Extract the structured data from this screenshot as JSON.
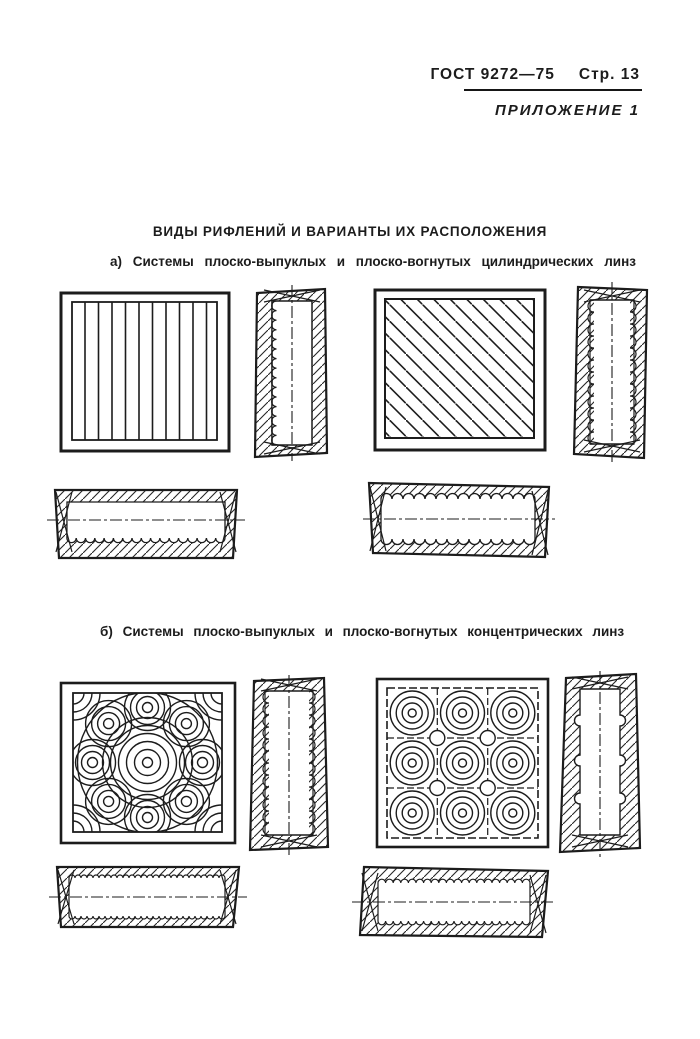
{
  "page": {
    "background": "#ffffff",
    "ink": "#1c1c1c"
  },
  "header": {
    "standard": "ГОСТ 9272—75",
    "page_no": "Стр. 13",
    "appendix": "ПРИЛОЖЕНИЕ 1"
  },
  "title": "ВИДЫ РИФЛЕНИЙ И ВАРИАНТЫ ИХ РАСПОЛОЖЕНИЯ",
  "sections": {
    "a": {
      "label": "а) Системы плоско-выпуклых и плоско-вогнутых цилиндрических линз"
    },
    "b": {
      "label": "б) Системы плоско-выпуклых и плоско-вогнутых концентрических линз"
    }
  },
  "figures": {
    "a_plan_linear": "plan-view-vertical-ribs",
    "a_side_left_scallops": "side-section-scallops-one-side",
    "a_plan_diagonal": "plan-view-diagonal-ribs",
    "a_side_both_scallops": "side-section-scallops-both-sides",
    "a_section_bottom_scallops": "cross-section-scallops-bottom",
    "a_section_both_scallops": "cross-section-scallops-top-bottom",
    "b_plan_concentric_ring": "plan-view-concentric-lenses-ring-layout",
    "b_side_wavy": "side-section-wavy-both-sides",
    "b_plan_concentric_grid": "plan-view-concentric-lenses-grid-3x3",
    "b_side_bumps": "side-section-spaced-bumps",
    "b_section_fine_scallops": "cross-section-fine-scallops",
    "b_section_fine_scallops2": "cross-section-fine-scallops-trapezoid"
  }
}
